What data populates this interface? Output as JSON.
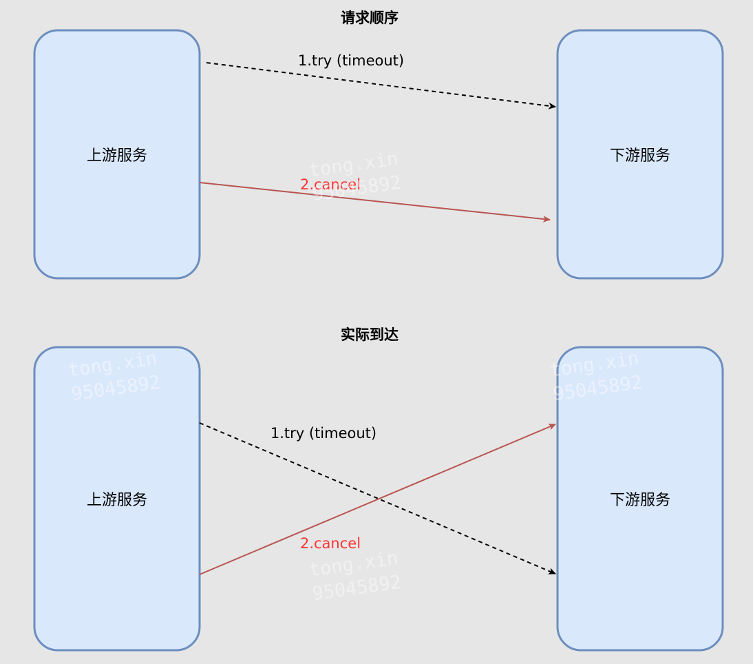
{
  "sections": [
    {
      "title": "请求顺序",
      "left_box": "上游服务",
      "right_box": "下游服务",
      "edges": [
        {
          "label": "1.try (timeout)",
          "style": "dashed",
          "color": "#000000"
        },
        {
          "label": "2.cancel",
          "style": "solid",
          "color": "#b85450",
          "label_color": "#ff3333"
        }
      ]
    },
    {
      "title": "实际到达",
      "left_box": "上游服务",
      "right_box": "下游服务",
      "edges": [
        {
          "label": "1.try (timeout)",
          "style": "dashed",
          "color": "#000000"
        },
        {
          "label": "2.cancel",
          "style": "solid",
          "color": "#b85450",
          "label_color": "#ff3333"
        }
      ]
    }
  ],
  "watermark": {
    "line1": "tong.xin",
    "line2": "95045892"
  },
  "colors": {
    "background": "#e6e6e6",
    "box_fill": "#dae8fc",
    "box_stroke": "#6c8ebf",
    "cancel_arrow": "#b85450",
    "cancel_label": "#ff3333",
    "try_arrow": "#000000"
  }
}
